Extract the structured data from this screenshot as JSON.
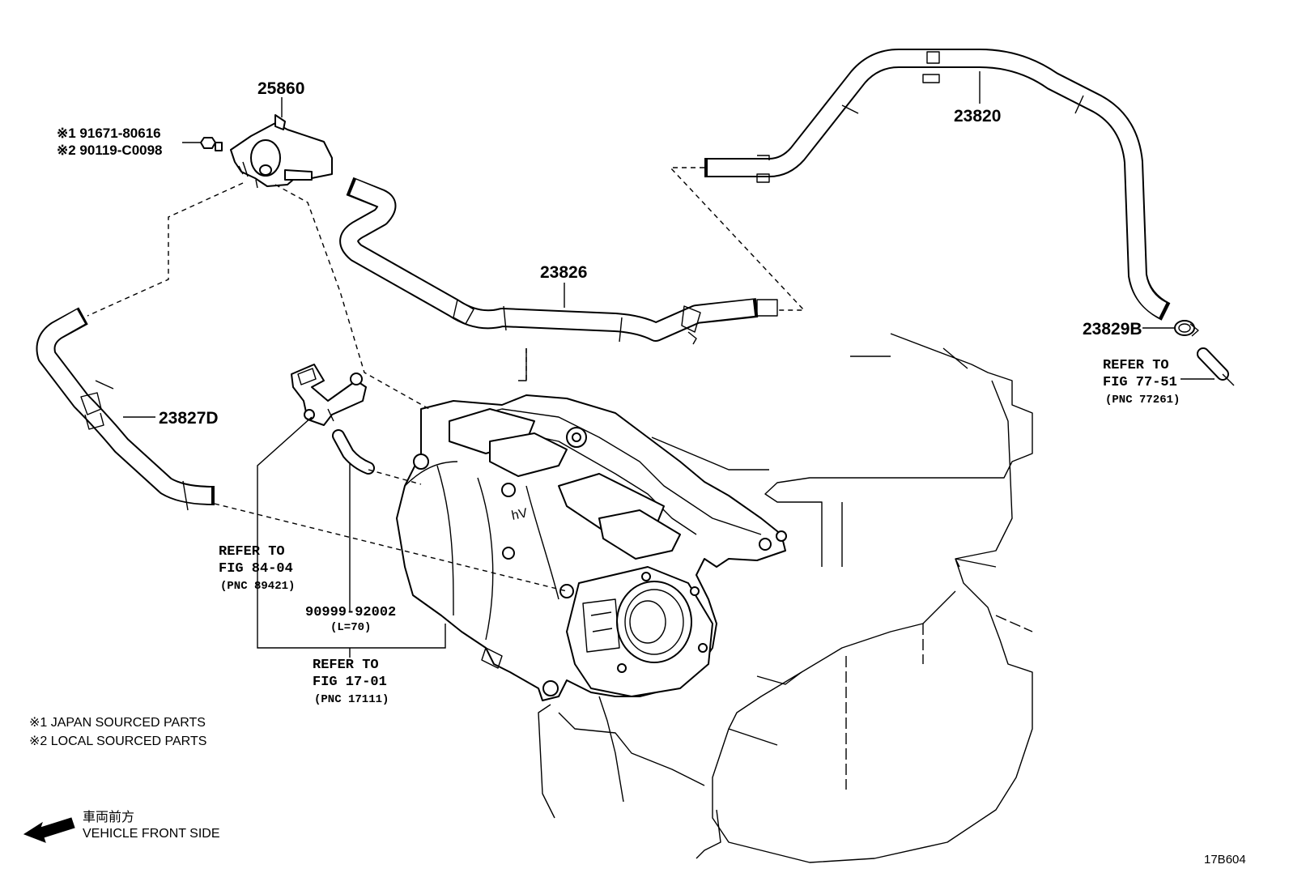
{
  "parts": {
    "p25860": "25860",
    "p23820": "23820",
    "p23826": "23826",
    "p23827d": "23827D",
    "p23829b": "23829B",
    "p90999": "90999-92002",
    "p90999_len": "(L=70)",
    "bolt_jp": "※1 91671-80616",
    "bolt_local": "※2 90119-C0098"
  },
  "refs": {
    "fig77": {
      "line1": "REFER TO",
      "line2": "FIG 77-51",
      "line3": "(PNC 77261)"
    },
    "fig84": {
      "line1": "REFER TO",
      "line2": "FIG 84-04",
      "line3": "(PNC 89421)"
    },
    "fig17": {
      "line1": "REFER TO",
      "line2": "FIG 17-01",
      "line3": "(PNC 17111)"
    }
  },
  "legend": {
    "note1": "※1 JAPAN SOURCED PARTS",
    "note2": "※2 LOCAL SOURCED PARTS"
  },
  "direction": {
    "jp_label": "車両前方",
    "en_label": "VEHICLE FRONT SIDE",
    "icon": "front-arrow-icon"
  },
  "engine_marking": "hV",
  "figure_code": "17B604"
}
